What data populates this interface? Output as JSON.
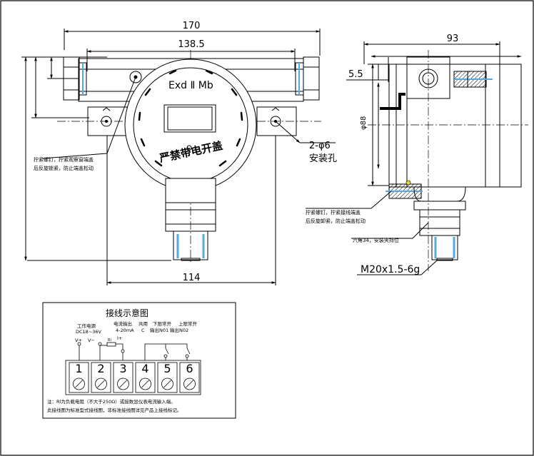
{
  "dimensions": {
    "front_total_width": "170",
    "front_inner_width": "138.5",
    "front_bottom_width": "114",
    "side_width": "93",
    "side_offset": "5.5",
    "side_diameter": "φ88",
    "mount_holes_count": "2-φ6",
    "mount_holes_label": "安装孔",
    "thread_spec": "M20x1.5-6g"
  },
  "front_view": {
    "marking": "Exd Ⅱ Mb",
    "warning_text": "严禁带电开盖",
    "note_line1": "拧紧螺钉，拧紧观察窗端盖",
    "note_line2": "后反旋锁紧，防止端盖松动"
  },
  "side_view": {
    "note_line1": "拧紧螺钉，拧紧接线端盖",
    "note_line2": "后反旋卸紧，防止端盖松动",
    "wrench_note": "六角34，安装夹持位"
  },
  "wiring": {
    "title": "接线示意图",
    "power_label": "工作电源",
    "power_range": "DC18~36V",
    "v_plus": "V+",
    "v_minus": "V−",
    "current_label": "电流输出",
    "current_range": "4-20mA",
    "rl_label": "Rl",
    "i_plus": "I+",
    "common_label": "共用",
    "common_c": "C",
    "lower_label": "下限常开",
    "lower_out": "输出N01",
    "upper_label": "上限常开",
    "upper_out": "输出N02",
    "terminals": [
      "1",
      "2",
      "3",
      "4",
      "5",
      "6"
    ],
    "note_line1": "注：Rl为负载电阻（不大于250Ω）或接数显仪表电流输入端。",
    "note_line2": "此接线图为标准型式接线图，非标准接线图详见产品上接线标记。"
  }
}
